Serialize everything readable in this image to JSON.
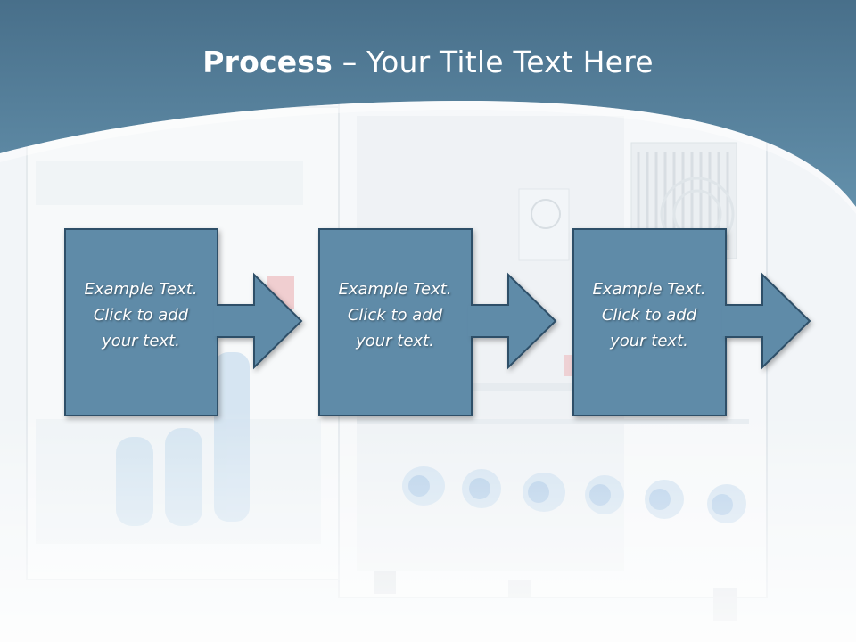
{
  "slide": {
    "title_bold": "Process",
    "title_separator": " – ",
    "title_rest": "Your Title Text Here"
  },
  "steps": [
    {
      "lines": [
        "Example Text.",
        "Click  to add",
        "your text."
      ]
    },
    {
      "lines": [
        "Example Text.",
        "Click  to add",
        "your text."
      ]
    },
    {
      "lines": [
        "Example Text.",
        "Click  to add",
        "your text."
      ]
    }
  ],
  "colors": {
    "header": "#55819c",
    "box_fill": "#5f8ba8",
    "box_border": "#2f4f68",
    "title_text": "#ffffff"
  }
}
